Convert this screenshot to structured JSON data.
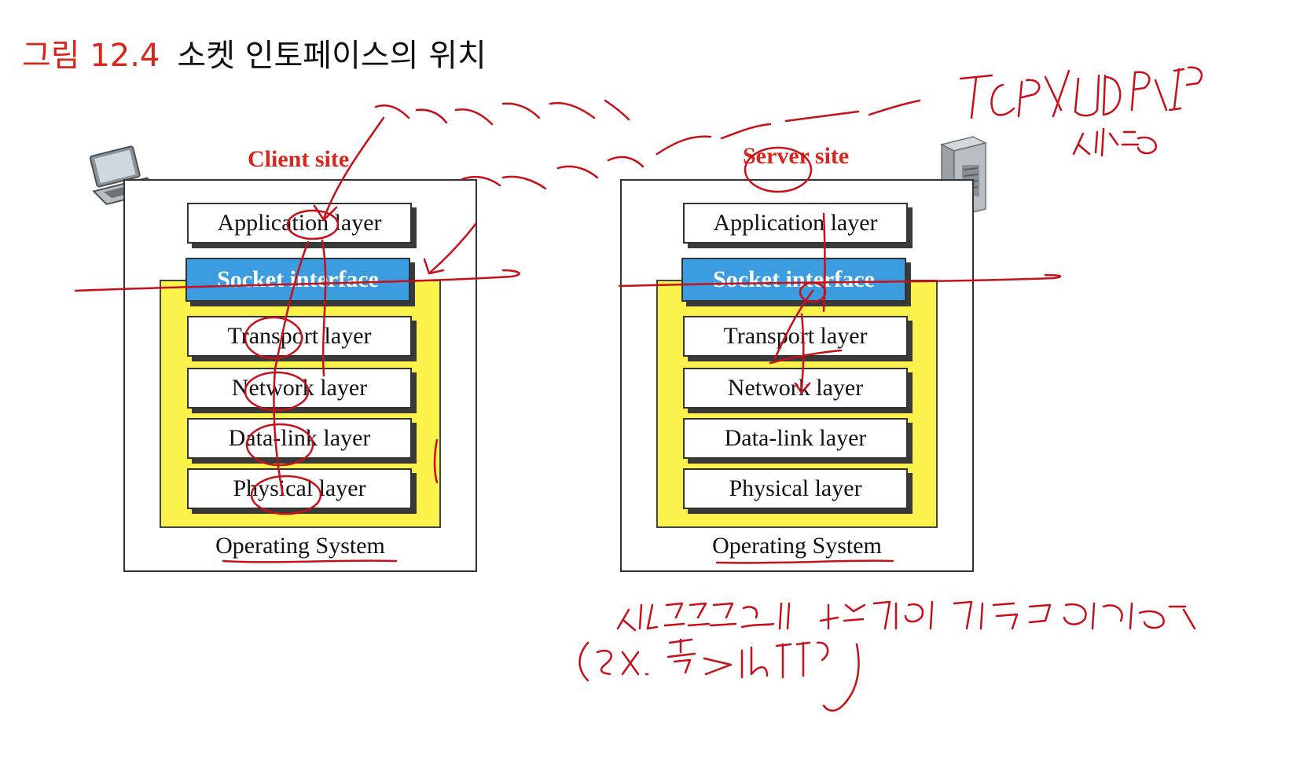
{
  "title": {
    "figure": "그림 12.4",
    "text": "소켓 인토페이스의 위치"
  },
  "client": {
    "site_label": "Client site",
    "layers": {
      "application": "Application layer",
      "socket": "Socket interface",
      "transport": "Transport layer",
      "network": "Network layer",
      "datalink": "Data-link layer",
      "physical": "Physical layer"
    },
    "os_label": "Operating System"
  },
  "server": {
    "site_label": "Server site",
    "layers": {
      "application": "Application layer",
      "socket": "Socket interface",
      "transport": "Transport layer",
      "network": "Network layer",
      "datalink": "Data-link layer",
      "physical": "Physical layer"
    },
    "os_label": "Operating System"
  },
  "colors": {
    "title_red": "#d9261c",
    "socket_blue": "#3b9de0",
    "os_yellow": "#fbf24c",
    "annotation_red": "#c8101a"
  },
  "icons": {
    "client_device": "laptop-icon",
    "server_device": "server-tower-icon"
  }
}
